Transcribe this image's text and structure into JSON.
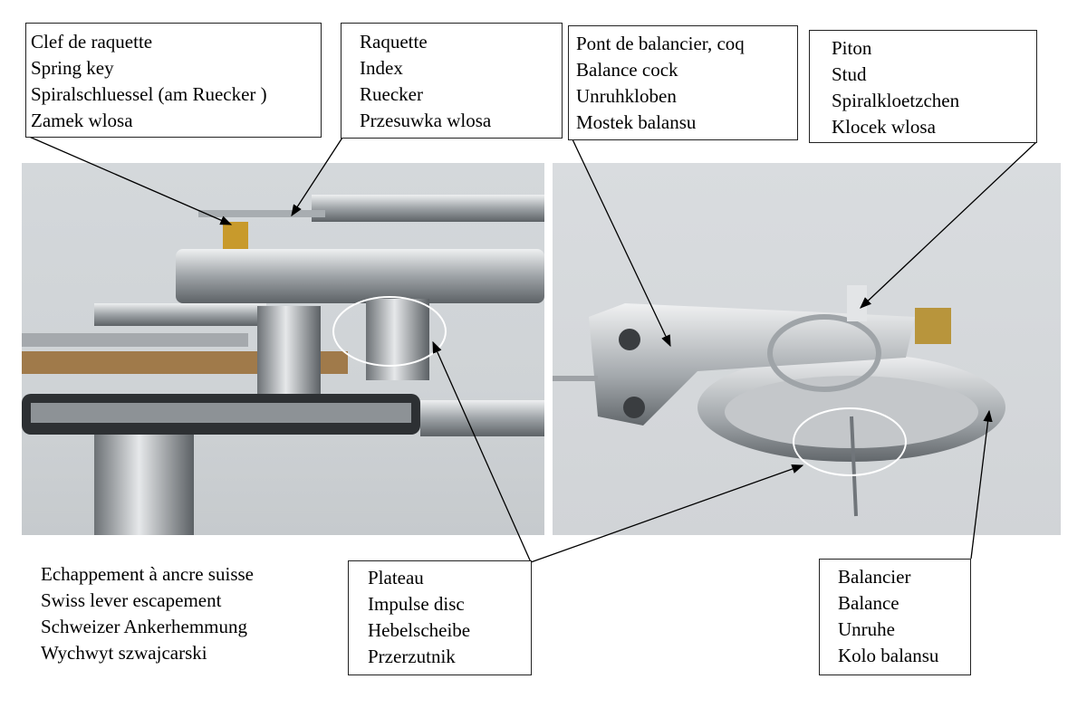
{
  "labels": {
    "spring_key": [
      "Clef de raquette",
      "Spring key",
      "Spiralschluessel (am Ruecker )",
      "Zamek wlosa"
    ],
    "raquette": [
      "Raquette",
      "Index",
      "Ruecker",
      "Przesuwka wlosa"
    ],
    "balance_cock": [
      "Pont de balancier, coq",
      "Balance cock",
      "Unruhkloben",
      "Mostek balansu"
    ],
    "stud": [
      "Piton",
      "Stud",
      "Spiralkloetzchen",
      "Klocek wlosa"
    ],
    "plateau": [
      "Plateau",
      "Impulse disc",
      "Hebelscheibe",
      "Przerzutnik"
    ],
    "balance": [
      "Balancier",
      "Balance",
      "Unruhe",
      "Kolo balansu"
    ]
  },
  "caption": [
    "Echappement à ancre suisse",
    "Swiss lever escapement",
    "Schweizer Ankerhemmung",
    "Wychwyt szwajcarski"
  ]
}
